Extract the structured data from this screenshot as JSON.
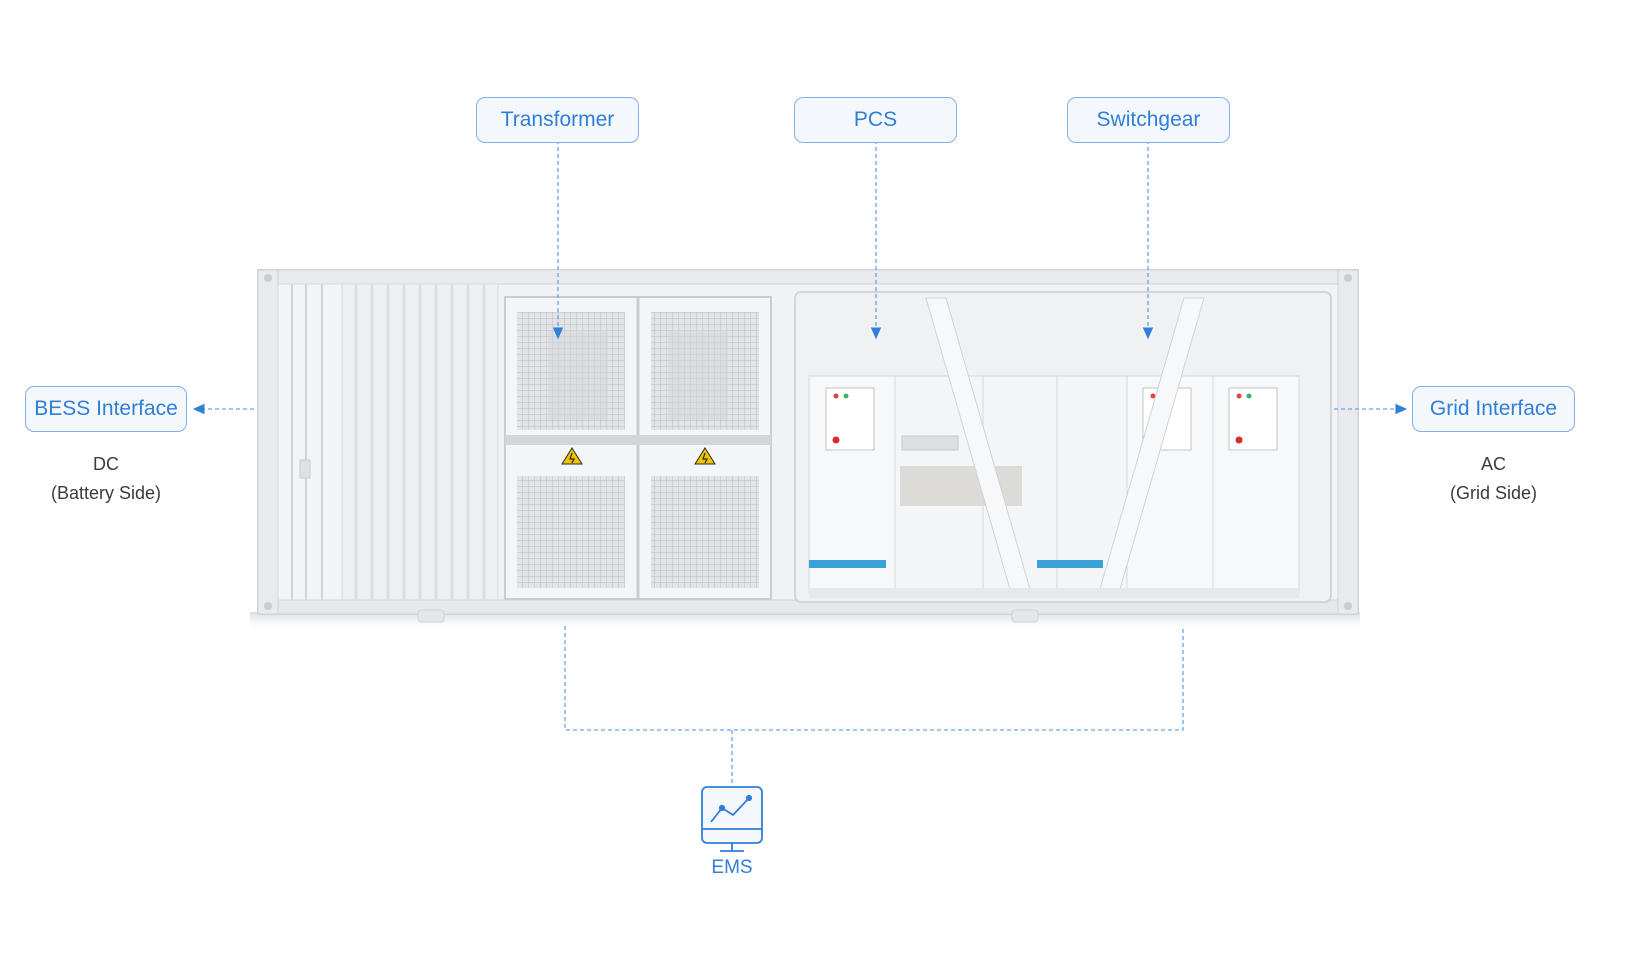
{
  "components": {
    "transformer": "Transformer",
    "pcs": "PCS",
    "switchgear": "Switchgear"
  },
  "interfaces": {
    "bess": {
      "label": "BESS Interface",
      "type": "DC",
      "side": "(Battery Side)"
    },
    "grid": {
      "label": "Grid Interface",
      "type": "AC",
      "side": "(Grid Side)"
    }
  },
  "ems": {
    "label": "EMS",
    "icon": "monitor-chart-icon"
  },
  "colors": {
    "accent": "#2f7fd6",
    "border": "#7fb0e6",
    "line": "#6aa3e3",
    "stripe": "#3aa2d6"
  }
}
